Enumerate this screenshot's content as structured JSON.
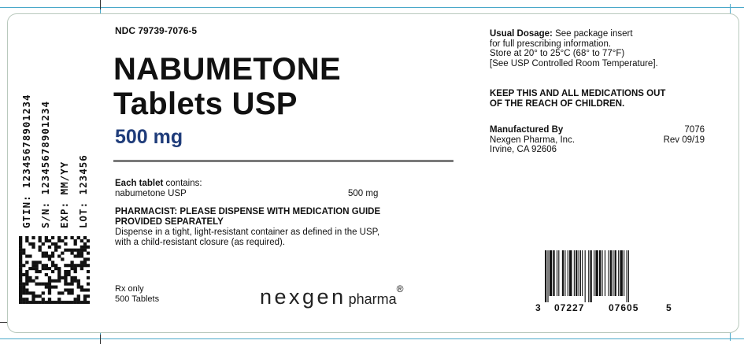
{
  "side_codes": {
    "gtin": "GTIN: 12345678901234",
    "sn": "S/N: 12345678901234",
    "exp": "EXP: MM/YY",
    "lot": "LOT: 123456"
  },
  "ndc": "NDC 79739-7076-5",
  "product": {
    "name_line1": "NABUMETONE",
    "name_line2": "Tablets USP",
    "strength": "500 mg",
    "strength_color": "#1f3c7a"
  },
  "composition": {
    "heading_bold": "Each tablet",
    "heading_rest": " contains:",
    "ingredient": "nabumetone USP",
    "dose": "500 mg"
  },
  "pharmacist_note": {
    "line1": "PHARMACIST: PLEASE DISPENSE WITH MEDICATION GUIDE",
    "line2": "PROVIDED SEPARATELY"
  },
  "dispense": {
    "line1": "Dispense in a tight, light-resistant container as defined in the USP,",
    "line2": "with a child-resistant closure (as required)."
  },
  "footer_left": {
    "rx": "Rx only",
    "count": "500 Tablets"
  },
  "logo": {
    "main": "nexgen",
    "sub": "pharma",
    "reg": "®"
  },
  "dosage": {
    "label": "Usual Dosage:",
    "line1_rest": " See package insert",
    "line2": "for full prescribing information.",
    "line3": "Store at 20° to 25°C (68° to 77°F)",
    "line4": "[See USP Controlled Room Temperature]."
  },
  "warning": {
    "line1": "KEEP THIS AND ALL MEDICATIONS OUT",
    "line2": "OF THE REACH OF CHILDREN."
  },
  "manufacturer": {
    "label": "Manufactured By",
    "name": "Nexgen Pharma, Inc.",
    "city": "Irvine, CA  92606",
    "code": "7076",
    "rev": "Rev 09/19"
  },
  "barcode": {
    "left_digit": "3",
    "group1": "07227",
    "group2": "07605",
    "right_digit": "5"
  }
}
